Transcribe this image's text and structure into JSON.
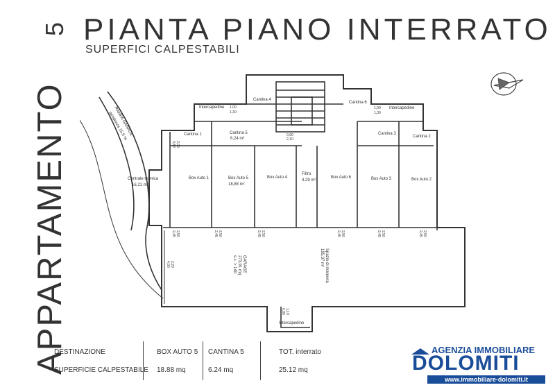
{
  "side_label": "APPARTAMENTO",
  "side_number": "5",
  "title": "PIANTA PIANO INTERRATO",
  "subtitle": "SUPERFICI CALPESTABILI",
  "rooms": {
    "cantina1": "Cantina 1",
    "cantina4": "Cantina 4",
    "cantina5": "Cantina 5",
    "cantina5_area": "6,24 m²",
    "cantina6": "Cantina 6",
    "cantina3": "Cantina 3",
    "cantina2": "Cantina 2",
    "intercapedine_left": "Intercapedine",
    "intercapedine_right": "Intercapedine",
    "intercapedine_bottom": "Intercapedine",
    "centrale_termica": "Centrale termica",
    "centrale_area": "16,21 m²",
    "box1": "Box Auto 1",
    "box5": "Box Auto 5",
    "box5_area": "18,88 m²",
    "box4": "Box Auto 4",
    "filtro": "Filtro",
    "filtro_area": "4,29 m²",
    "box6": "Box Auto 6",
    "box3": "Box Auto 3",
    "box2": "Box Auto 2",
    "garage": "GARAGE",
    "garage_area": "273,91 mq",
    "garage_sub": "s.c. > 140",
    "spazio": "Spazio di manovra",
    "spazio_area": "185,37 m²",
    "rampa": "RAMPA GARAGE",
    "rampa_sub": "pendenza 15,5 %"
  },
  "dims": {
    "d100": "1,00",
    "d130": "1,30",
    "d090": "0,90",
    "d210": "2,10",
    "d080": "0,80",
    "d200": "2,00",
    "d245": "2,45",
    "d250": "2,50",
    "d400": "4,00",
    "d220": "2,20",
    "d110": "1,10"
  },
  "table": {
    "h_dest": "DESTINAZIONE",
    "h_box": "BOX AUTO 5",
    "h_cantina": "CANTINA 5",
    "h_tot": "TOT. interrato",
    "r_label": "SUPERFICIE CALPESTABILE",
    "r_box": "18.88 mq",
    "r_cantina": "6.24 mq",
    "r_tot": "25.12 mq"
  },
  "logo": {
    "top": "AGENZIA IMMOBILIARE",
    "name": "DOLOMITI",
    "url": "www.immobiliare-dolomiti.it"
  },
  "colors": {
    "line": "#333333",
    "brand": "#1a4d99"
  }
}
